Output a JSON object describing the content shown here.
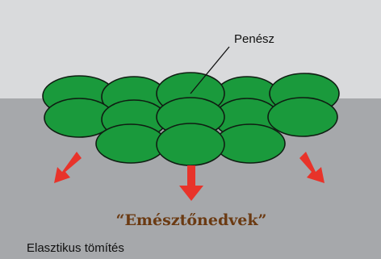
{
  "labels": {
    "mold": "Penész",
    "fluids": "“Emésztőnedvek”",
    "seal": "Elasztikus tömítés"
  },
  "colors": {
    "air": "#d9dadc",
    "seal": "#a6a8ab",
    "mold_fill": "#1a9a3c",
    "mold_outline": "#0f1d12",
    "arrow": "#e8332a",
    "fluids_text": "#6b3a12"
  }
}
